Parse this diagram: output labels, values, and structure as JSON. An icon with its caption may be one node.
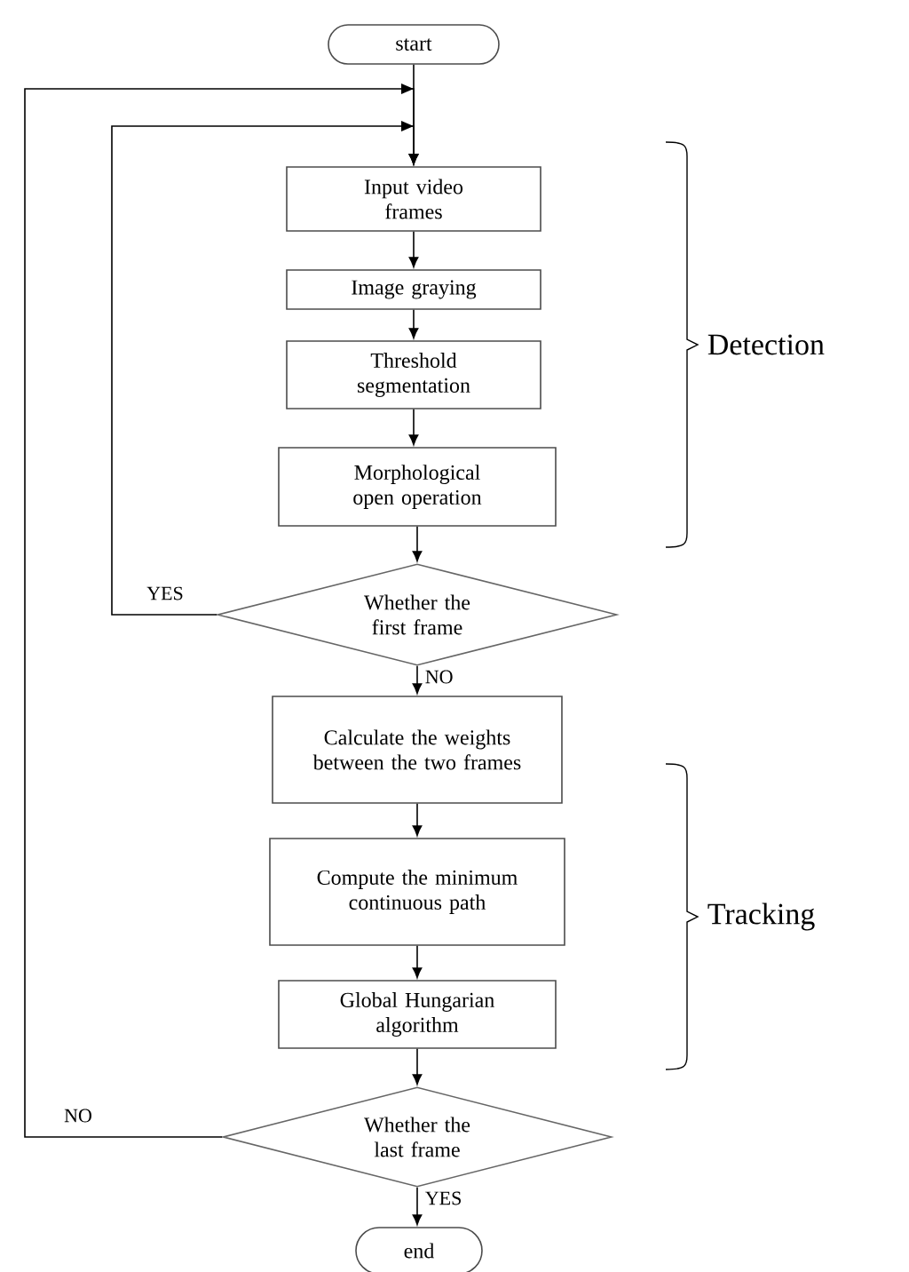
{
  "diagram": {
    "nodes": [
      {
        "text": [
          "start"
        ]
      },
      {
        "text": [
          "Input video frames"
        ]
      },
      {
        "text": [
          "Image graying"
        ]
      },
      {
        "text": [
          "Threshold segmentation"
        ]
      },
      {
        "text": [
          "Morphological open operation"
        ]
      },
      {
        "text": [
          "Whether the first frame"
        ]
      },
      {
        "text": [
          "Calculate the weights between the two frames"
        ]
      },
      {
        "text": [
          "Compute the minimum continuous path"
        ]
      },
      {
        "text": [
          "Global Hungarian algorithm"
        ]
      },
      {
        "text": [
          "Whether the last frame"
        ]
      },
      {
        "text": [
          "end"
        ]
      }
    ],
    "edges": [
      {
        "from": 0,
        "to": 1,
        "arrow": "to"
      },
      {
        "from": 1,
        "to": 2,
        "arrow": "to"
      },
      {
        "from": 2,
        "to": 3,
        "arrow": "to"
      },
      {
        "from": 3,
        "to": 4,
        "arrow": "to"
      },
      {
        "from": 4,
        "to": 5,
        "arrow": "to"
      },
      {
        "from": 5,
        "to": 1,
        "arrow": "to",
        "label": "YES"
      },
      {
        "from": 5,
        "to": 6,
        "arrow": "to",
        "label": "NO"
      },
      {
        "from": 6,
        "to": 7,
        "arrow": "to"
      },
      {
        "from": 7,
        "to": 8,
        "arrow": "to"
      },
      {
        "from": 8,
        "to": 9,
        "arrow": "to"
      },
      {
        "from": 9,
        "to": 1,
        "arrow": "to",
        "label": "NO"
      },
      {
        "from": 9,
        "to": 10,
        "arrow": "to",
        "label": "YES"
      }
    ],
    "labels": [
      "Detection",
      "Tracking"
    ]
  }
}
